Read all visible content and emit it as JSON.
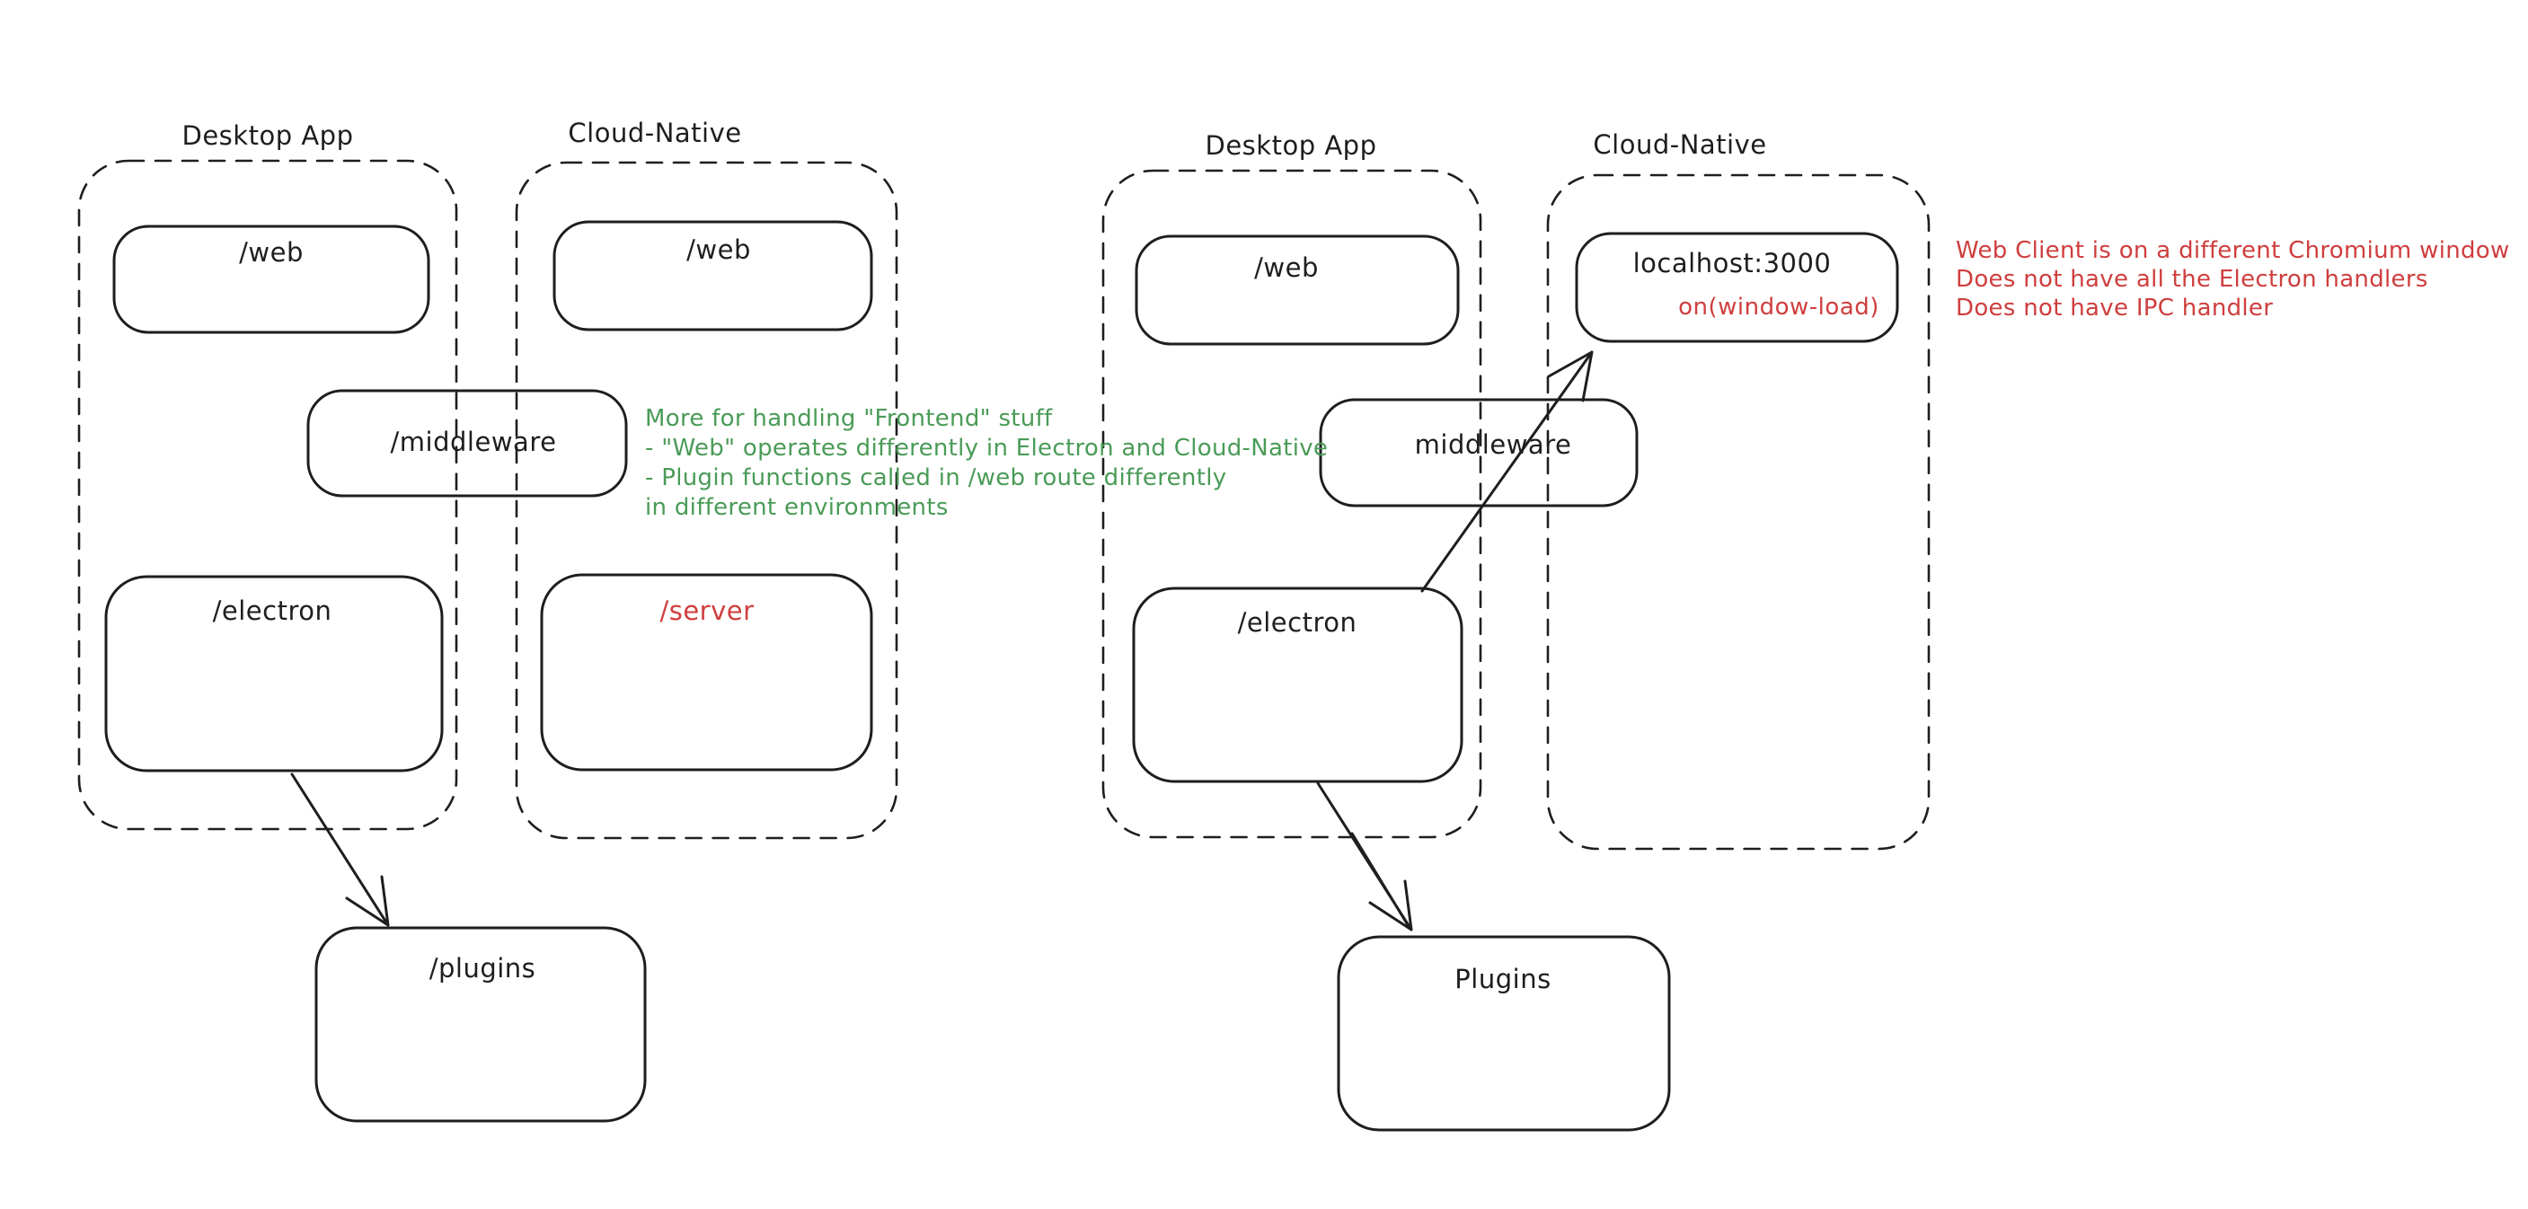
{
  "colors": {
    "ink": "#1e1e1e",
    "annotation_green": "#4a9b57",
    "annotation_red": "#cf3e3e",
    "background": "#ffffff"
  },
  "left_cluster": {
    "desktop_group": {
      "label": "Desktop App"
    },
    "cloud_group": {
      "label": "Cloud-Native"
    },
    "boxes": {
      "web_desktop": "/web",
      "web_cloud": "/web",
      "middleware": "/middleware",
      "electron": "/electron",
      "server": "/server",
      "plugins": "/plugins"
    },
    "green_note": {
      "lines": [
        "More for handling \"Frontend\" stuff",
        "- \"Web\" operates differently in Electron and Cloud-Native",
        "- Plugin functions called in /web route differently",
        "in different environments"
      ]
    }
  },
  "right_cluster": {
    "desktop_group": {
      "label": "Desktop App"
    },
    "cloud_group": {
      "label": "Cloud-Native"
    },
    "boxes": {
      "web": "/web",
      "middleware": "middleware",
      "localhost": "localhost:3000",
      "window_load": "on(window-load)",
      "electron": "/electron",
      "plugins": "Plugins"
    },
    "red_note": {
      "lines": [
        "Web Client is on a different Chromium window",
        "Does not have all the Electron handlers",
        "Does not have IPC handler"
      ]
    }
  }
}
